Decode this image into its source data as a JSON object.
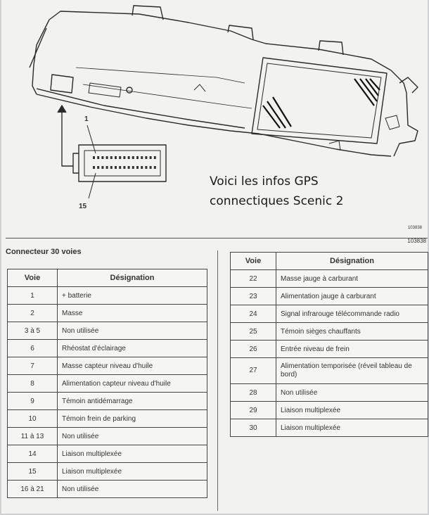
{
  "overlay": {
    "line1": "Voici les infos GPS",
    "line2": "connectiques Scenic 2"
  },
  "diagram": {
    "pin_first": "1",
    "pin_last": "15",
    "ref_small": "103838",
    "ref_big": "103838"
  },
  "section": {
    "title": "Connecteur 30 voies"
  },
  "headers": {
    "voie": "Voie",
    "designation": "Désignation"
  },
  "left_rows": [
    {
      "voie": "1",
      "designation": "+ batterie"
    },
    {
      "voie": "2",
      "designation": "Masse"
    },
    {
      "voie": "3 à 5",
      "designation": "Non utilisée"
    },
    {
      "voie": "6",
      "designation": "Rhéostat d'éclairage"
    },
    {
      "voie": "7",
      "designation": "Masse capteur niveau d'huile"
    },
    {
      "voie": "8",
      "designation": "Alimentation capteur niveau d'huile"
    },
    {
      "voie": "9",
      "designation": "Témoin antidémarrage"
    },
    {
      "voie": "10",
      "designation": "Témoin frein de parking"
    },
    {
      "voie": "11 à 13",
      "designation": "Non utilisée"
    },
    {
      "voie": "14",
      "designation": "Liaison multiplexée"
    },
    {
      "voie": "15",
      "designation": "Liaison multiplexée"
    },
    {
      "voie": "16 à 21",
      "designation": "Non utilisée"
    }
  ],
  "right_rows": [
    {
      "voie": "22",
      "designation": "Masse jauge à carburant"
    },
    {
      "voie": "23",
      "designation": "Alimentation jauge à carburant"
    },
    {
      "voie": "24",
      "designation": "Signal infrarouge télécommande radio"
    },
    {
      "voie": "25",
      "designation": "Témoin sièges chauffants"
    },
    {
      "voie": "26",
      "designation": "Entrée niveau de frein"
    },
    {
      "voie": "27",
      "designation": "Alimentation temporisée (réveil tableau de bord)"
    },
    {
      "voie": "28",
      "designation": "Non utilisée"
    },
    {
      "voie": "29",
      "designation": "Liaison multiplexée"
    },
    {
      "voie": "30",
      "designation": "Liaison multiplexée"
    }
  ]
}
